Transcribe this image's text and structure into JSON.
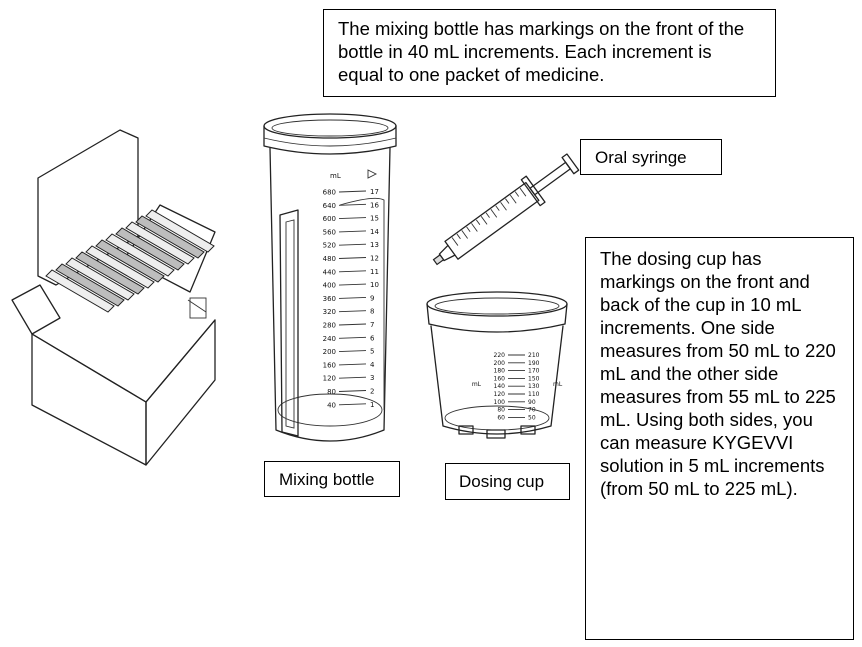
{
  "callouts": {
    "mixing_bottle_info": "The mixing bottle has markings on the front of the bottle in 40 mL increments. Each increment is equal to one packet of medicine.",
    "dosing_cup_info": "The dosing cup has markings on the front and back of the cup in 10 mL increments. One side measures from 50 mL to 220 mL and the other side measures from 55 mL to 225 mL. Using both sides, you can measure KYGEVVI solution in 5 mL increments (from 50 mL to 225 mL)."
  },
  "labels": {
    "oral_syringe": "Oral syringe",
    "mixing_bottle": "Mixing bottle",
    "dosing_cup": "Dosing cup"
  },
  "bottle_scale": {
    "unit": "mL",
    "ml": [
      "680",
      "640",
      "600",
      "560",
      "520",
      "480",
      "440",
      "400",
      "360",
      "320",
      "280",
      "240",
      "200",
      "160",
      "120",
      "80",
      "40"
    ],
    "packets": [
      "17",
      "16",
      "15",
      "14",
      "13",
      "12",
      "11",
      "10",
      "9",
      "8",
      "7",
      "6",
      "5",
      "4",
      "3",
      "2",
      "1"
    ]
  },
  "cup_scale": {
    "unit": "mL",
    "left": [
      "220",
      "200",
      "180",
      "160",
      "140",
      "120",
      "100",
      "80",
      "60"
    ],
    "right": [
      "210",
      "190",
      "170",
      "150",
      "130",
      "110",
      "90",
      "70",
      "50"
    ],
    "right_unit": "mL"
  },
  "icons": [
    "medicine-box-icon",
    "mixing-bottle-icon",
    "oral-syringe-icon",
    "dosing-cup-icon"
  ]
}
